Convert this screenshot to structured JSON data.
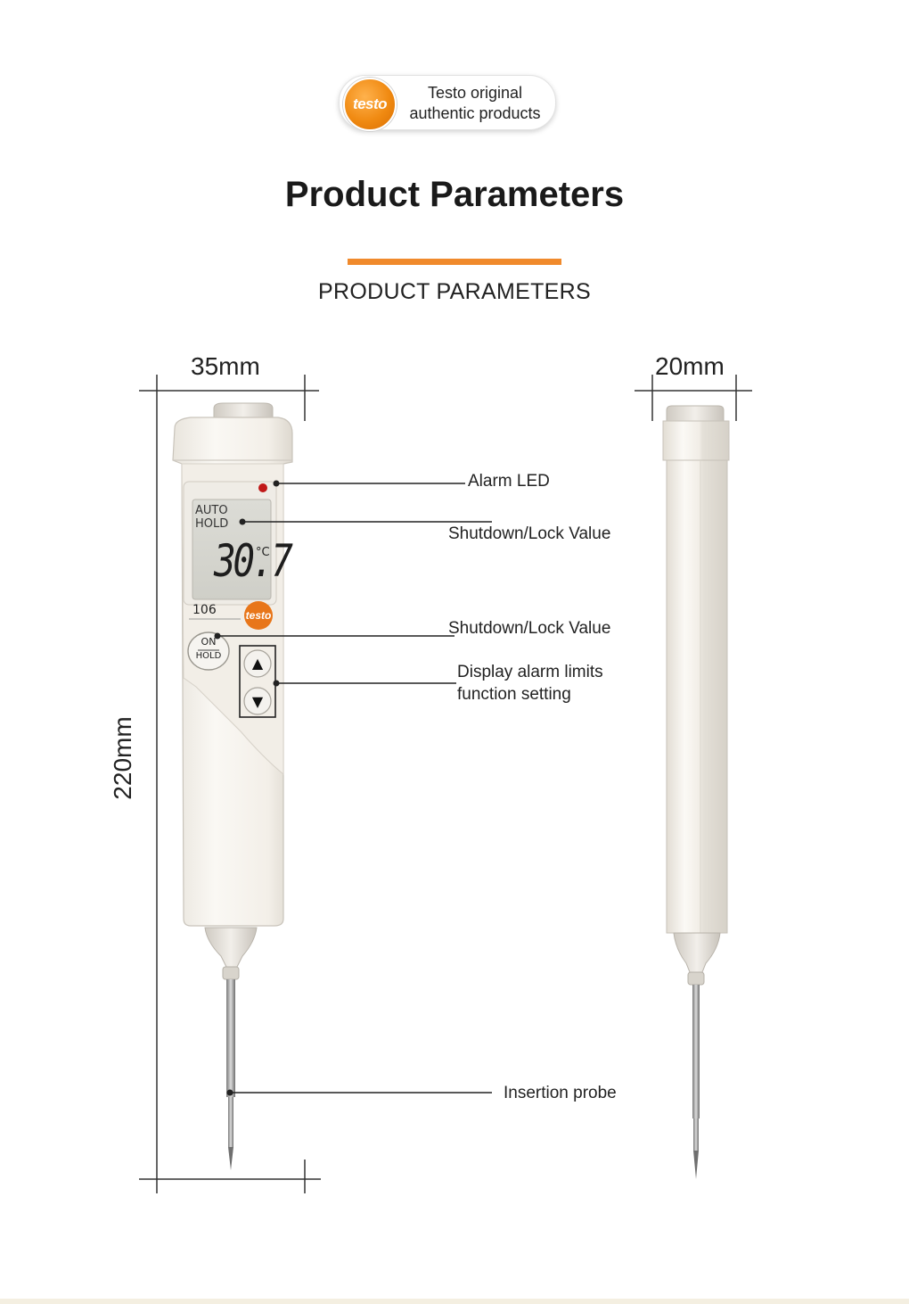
{
  "badge": {
    "logo_text": "testo",
    "line1": "Testo original",
    "line2": "authentic products"
  },
  "title": "Product Parameters",
  "subtitle": "PRODUCT PARAMETERS",
  "dimensions": {
    "width_front": "35mm",
    "width_side": "20mm",
    "height": "220mm"
  },
  "display": {
    "auto_label": "AUTO",
    "hold_label": "HOLD",
    "reading": "30.7",
    "unit": "°C",
    "model": "106",
    "brand": "testo"
  },
  "buttons": {
    "on_label": "ON",
    "hold_label": "HOLD",
    "up_symbol": "▲",
    "down_symbol": "▼"
  },
  "callouts": {
    "alarm_led": "Alarm LED",
    "shutdown_lock_1": "Shutdown/Lock Value",
    "shutdown_lock_2": "Shutdown/Lock Value",
    "display_alarm_line1": "Display alarm limits",
    "display_alarm_line2": "function setting",
    "insertion_probe": "Insertion probe"
  },
  "colors": {
    "accent_orange": "#f08a2c",
    "led_red": "#c01818",
    "device_body": "#f7f4ee"
  }
}
